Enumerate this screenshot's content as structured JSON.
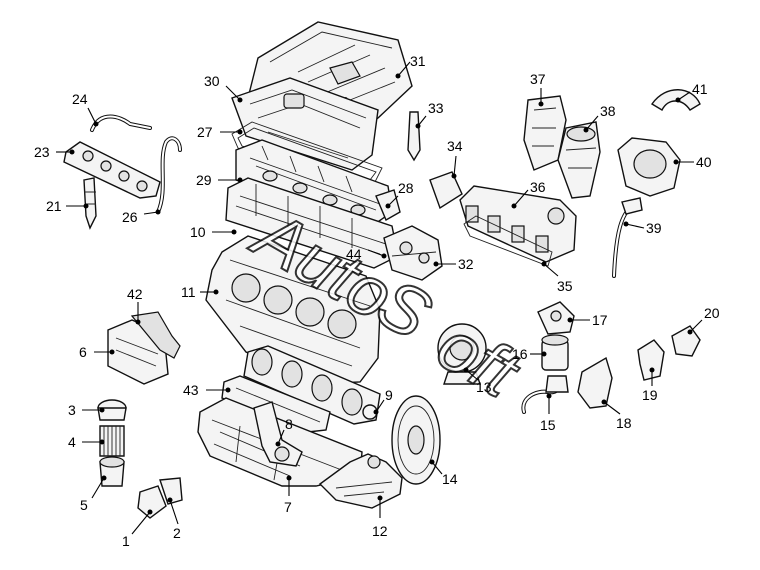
{
  "watermark": "AutoSoft",
  "callouts": [
    {
      "id": "1",
      "label": "1"
    },
    {
      "id": "2",
      "label": "2"
    },
    {
      "id": "3",
      "label": "3"
    },
    {
      "id": "4",
      "label": "4"
    },
    {
      "id": "5",
      "label": "5"
    },
    {
      "id": "6",
      "label": "6"
    },
    {
      "id": "7",
      "label": "7"
    },
    {
      "id": "8",
      "label": "8"
    },
    {
      "id": "9",
      "label": "9"
    },
    {
      "id": "10",
      "label": "10"
    },
    {
      "id": "11",
      "label": "11"
    },
    {
      "id": "12",
      "label": "12"
    },
    {
      "id": "13",
      "label": "13"
    },
    {
      "id": "14",
      "label": "14"
    },
    {
      "id": "15",
      "label": "15"
    },
    {
      "id": "16",
      "label": "16"
    },
    {
      "id": "17",
      "label": "17"
    },
    {
      "id": "18",
      "label": "18"
    },
    {
      "id": "19",
      "label": "19"
    },
    {
      "id": "20",
      "label": "20"
    },
    {
      "id": "21",
      "label": "21"
    },
    {
      "id": "23",
      "label": "23"
    },
    {
      "id": "24",
      "label": "24"
    },
    {
      "id": "26",
      "label": "26"
    },
    {
      "id": "27",
      "label": "27"
    },
    {
      "id": "28",
      "label": "28"
    },
    {
      "id": "29",
      "label": "29"
    },
    {
      "id": "30",
      "label": "30"
    },
    {
      "id": "31",
      "label": "31"
    },
    {
      "id": "32",
      "label": "32"
    },
    {
      "id": "33",
      "label": "33"
    },
    {
      "id": "34",
      "label": "34"
    },
    {
      "id": "35",
      "label": "35"
    },
    {
      "id": "36",
      "label": "36"
    },
    {
      "id": "37",
      "label": "37"
    },
    {
      "id": "38",
      "label": "38"
    },
    {
      "id": "39",
      "label": "39"
    },
    {
      "id": "40",
      "label": "40"
    },
    {
      "id": "41",
      "label": "41"
    },
    {
      "id": "42",
      "label": "42"
    },
    {
      "id": "43",
      "label": "43"
    },
    {
      "id": "44",
      "label": "44"
    }
  ]
}
